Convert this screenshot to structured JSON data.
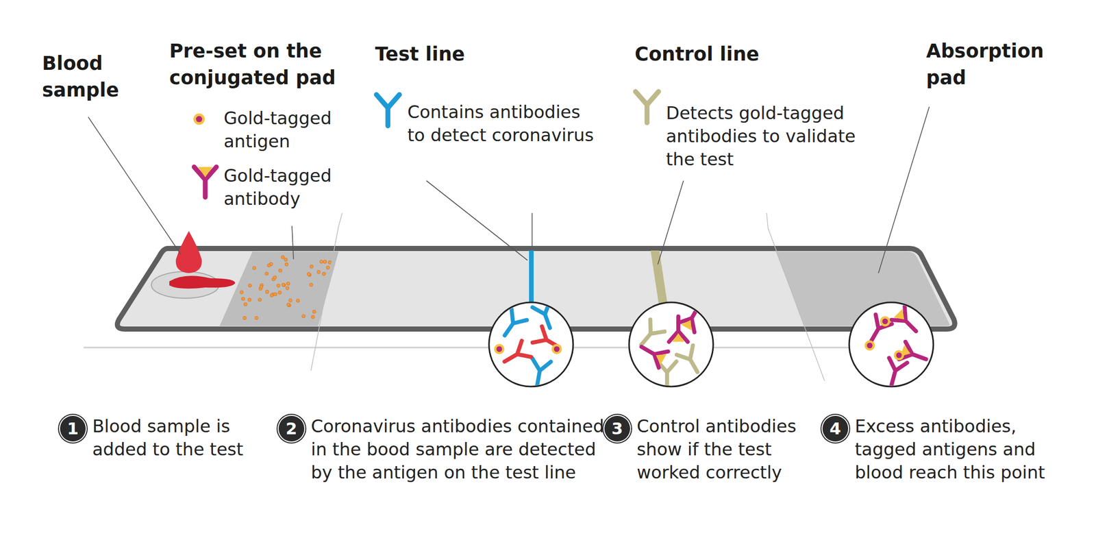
{
  "diagram": {
    "nodes": [
      {
        "text": [
          "1",
          "Blood sample is added to the test"
        ]
      },
      {
        "text": [
          "2",
          "Coronavirus antibodies contained in the bood sample are detected by the antigen on the test line"
        ]
      },
      {
        "text": [
          "3",
          "Control antibodies show if the test worked correctly"
        ]
      },
      {
        "text": [
          "4",
          "Excess antibodies, tagged antigens and blood reach this point"
        ]
      }
    ],
    "labels": [
      "Blood sample",
      "Pre-set on the conjugated pad",
      "Test line",
      "Contains antibodies to detect coronavirus",
      "Control line",
      "Detects gold-tagged antibodies to validate the test",
      "Absorption pad"
    ],
    "legend": [
      {
        "text": "Gold-tagged antigen"
      },
      {
        "text": "Gold-tagged antibody"
      }
    ]
  }
}
